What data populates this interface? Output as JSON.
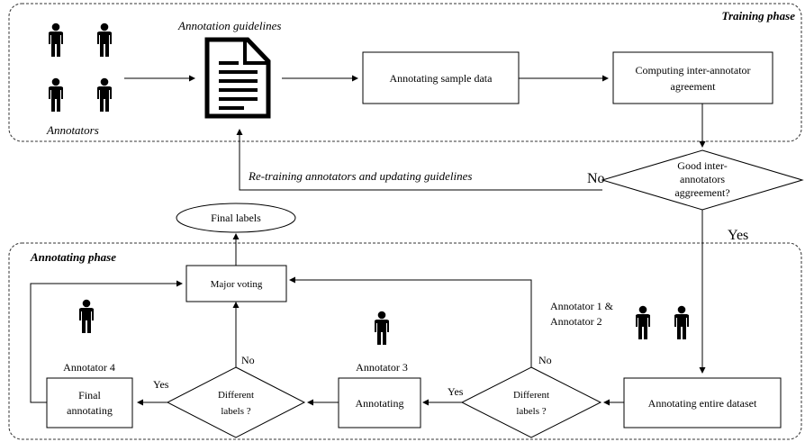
{
  "phases": {
    "training": "Training phase",
    "annotating": "Annotating phase"
  },
  "labels": {
    "annotation_guidelines": "Annotation guidelines",
    "annotators": "Annotators",
    "retraining": "Re-training annotators and updating guidelines",
    "annotator_1_and": "Annotator 1 &",
    "annotator_2": "Annotator 2",
    "annotator_3": "Annotator 3",
    "annotator_4": "Annotator 4"
  },
  "boxes": {
    "annotating_sample": "Annotating sample data",
    "computing_line1": "Computing inter-annotator",
    "computing_line2": "agreement",
    "annotating_entire": "Annotating entire dataset",
    "annotating": "Annotating",
    "final_annotating_line1": "Final",
    "final_annotating_line2": "annotating",
    "major_voting": "Major voting",
    "final_labels": "Final labels"
  },
  "decisions": {
    "good_line1": "Good inter-",
    "good_line2": "annotators",
    "good_line3": "aggreement?",
    "diff_line1": "Different",
    "diff_line2": "labels ?",
    "diff_left_line1": "Different",
    "diff_left_line2": "labels ?"
  },
  "edges": {
    "no_good": "No",
    "yes_good": "Yes",
    "yes_diff_right": "Yes",
    "no_diff_right": "No",
    "yes_diff_left": "Yes",
    "no_diff_left": "No"
  },
  "icons": [
    "person-icon",
    "document-icon"
  ]
}
